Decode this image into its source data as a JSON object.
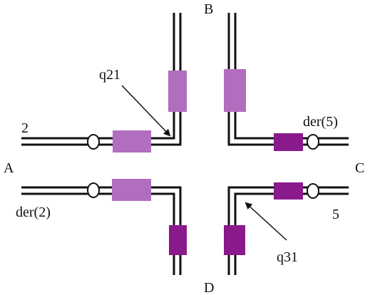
{
  "labels": {
    "north": "B",
    "south": "D",
    "west": "A",
    "east": "C",
    "west_top_number": "2",
    "west_bottom_label": "der(2)",
    "east_top_label": "der(5)",
    "east_bottom_number": "5",
    "pointer_top_left": "q21",
    "pointer_bottom_right": "q31"
  },
  "colors": {
    "line": "#111111",
    "light_segment": "#B26EBE",
    "dark_segment": "#8A1A8C"
  }
}
